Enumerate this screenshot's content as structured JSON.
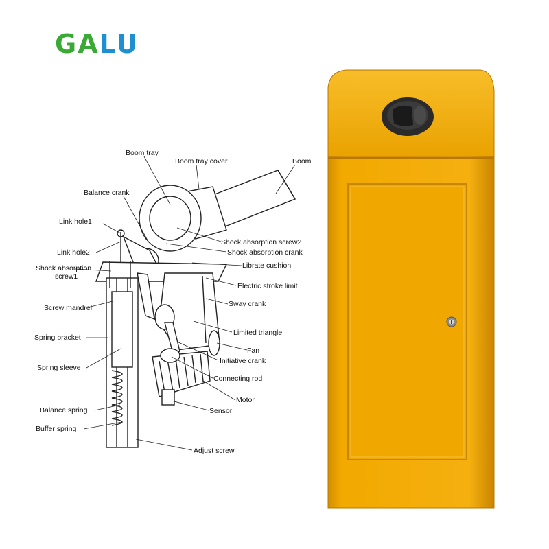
{
  "brand": {
    "part1": "GA",
    "part2": "LU"
  },
  "labels": {
    "boom_tray": "Boom tray",
    "boom_tray_cover": "Boom tray cover",
    "boom": "Boom",
    "balance_crank": "Balance crank",
    "link_hole1": "Link hole1",
    "shock_absorption_screw2": "Shock absorption screw2",
    "link_hole2": "Link hole2",
    "shock_absorption_crank": "Shock absorption crank",
    "shock_absorption_screw1_line1": "Shock absorption",
    "shock_absorption_screw1_line2": "screw1",
    "librate_cushion": "Librate cushion",
    "electric_stroke_limit": "Electric stroke limit",
    "screw_mandrel": "Screw mandrel",
    "sway_crank": "Sway crank",
    "limited_triangle": "Limited triangle",
    "spring_bracket": "Spring bracket",
    "fan": "Fan",
    "initiative_crank": "Initiative crank",
    "spring_sleeve": "Spring sleeve",
    "connecting_rod": "Connecting rod",
    "motor": "Motor",
    "balance_spring": "Balance spring",
    "sensor": "Sensor",
    "buffer_spring": "Buffer spring",
    "adjust_screw": "Adjust screw"
  },
  "colors": {
    "cabinet": "#f2a900",
    "cabinet_dark": "#d38f00",
    "cabinet_light": "#f8bd2a",
    "logo_green": "#3aa935",
    "logo_blue": "#1e8fd0"
  }
}
